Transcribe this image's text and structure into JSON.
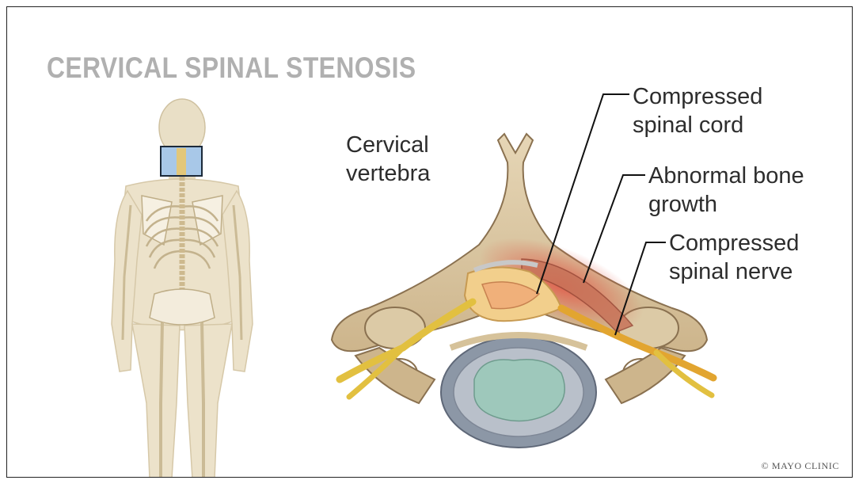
{
  "title": "CERVICAL SPINAL STENOSIS",
  "labels": {
    "cervical_vertebra": [
      "Cervical",
      "vertebra"
    ],
    "compressed_cord": [
      "Compressed",
      "spinal cord"
    ],
    "bone_growth": [
      "Abnormal bone",
      "growth"
    ],
    "compressed_nerve": [
      "Compressed",
      "spinal nerve"
    ]
  },
  "copyright": "© MAYO CLINIC",
  "colors": {
    "title": "#b0b0b0",
    "bone": "#d9c6a3",
    "nerve": "#e2c040",
    "highlight_box": "#a8c8e8",
    "inflammation": "#d9564a",
    "disc": "#8c97a6",
    "nucleus": "#9ec8bb"
  }
}
